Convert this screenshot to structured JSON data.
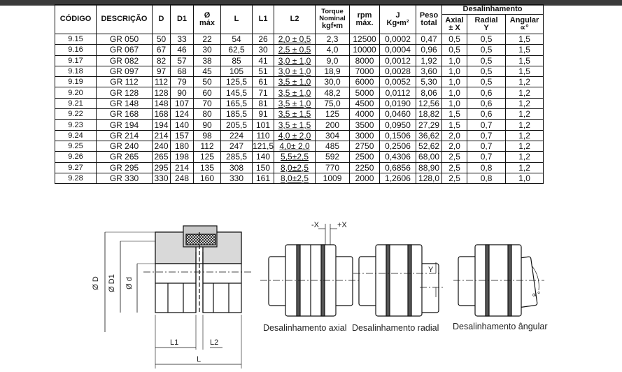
{
  "headers": {
    "code": "CÓDIGO",
    "desc": "DESCRIÇÃO",
    "d": "D",
    "d1": "D1",
    "dmax_1": "Ø",
    "dmax_2": "máx",
    "l": "L",
    "l1": "L1",
    "l2": "L2",
    "torque_1": "Torque",
    "torque_2": "Nominal",
    "torque_3": "kgf•m",
    "rpm_1": "rpm",
    "rpm_2": "máx.",
    "j_1": "J",
    "j_2": "Kg•m²",
    "peso_1": "Peso",
    "peso_2": "total",
    "desal": "Desalinhamento",
    "axial_1": "Axial",
    "axial_2": "± X",
    "radial_1": "Radial",
    "radial_2": "Y",
    "angular_1": "Angular",
    "angular_2": "∝°"
  },
  "rows": [
    [
      "9.15",
      "GR 050",
      "50",
      "33",
      "22",
      "54",
      "26",
      "2,0 ± 0,5",
      "2,3",
      "12500",
      "0,0002",
      "0,47",
      "0,5",
      "0,5",
      "1,5"
    ],
    [
      "9.16",
      "GR 067",
      "67",
      "46",
      "30",
      "62,5",
      "30",
      "2,5 ± 0,5",
      "4,0",
      "10000",
      "0,0004",
      "0,96",
      "0,5",
      "0,5",
      "1,5"
    ],
    [
      "9.17",
      "GR 082",
      "82",
      "57",
      "38",
      "85",
      "41",
      "3,0 ± 1,0",
      "9,0",
      "8000",
      "0,0012",
      "1,92",
      "1,0",
      "0,5",
      "1,5"
    ],
    [
      "9.18",
      "GR 097",
      "97",
      "68",
      "45",
      "105",
      "51",
      "3,0 ± 1,0",
      "18,9",
      "7000",
      "0,0028",
      "3,60",
      "1,0",
      "0,5",
      "1,5"
    ],
    [
      "9.19",
      "GR 112",
      "112",
      "79",
      "50",
      "125,5",
      "61",
      "3,5 ± 1,0",
      "30,0",
      "6000",
      "0,0052",
      "5,30",
      "1,0",
      "0,5",
      "1,2"
    ],
    [
      "9.20",
      "GR 128",
      "128",
      "90",
      "60",
      "145,5",
      "71",
      "3,5 ± 1,0",
      "48,2",
      "5000",
      "0,0112",
      "8,06",
      "1,0",
      "0,6",
      "1,2"
    ],
    [
      "9.21",
      "GR 148",
      "148",
      "107",
      "70",
      "165,5",
      "81",
      "3,5 ± 1,0",
      "75,0",
      "4500",
      "0,0190",
      "12,56",
      "1,0",
      "0,6",
      "1,2"
    ],
    [
      "9.22",
      "GR 168",
      "168",
      "124",
      "80",
      "185,5",
      "91",
      "3,5 ± 1,5",
      "125",
      "4000",
      "0,0460",
      "18,82",
      "1,5",
      "0,6",
      "1,2"
    ],
    [
      "9.23",
      "GR 194",
      "194",
      "140",
      "90",
      "205,5",
      "101",
      "3,5 ± 1,5",
      "200",
      "3500",
      "0,0950",
      "27,29",
      "1,5",
      "0,7",
      "1,2"
    ],
    [
      "9.24",
      "GR 214",
      "214",
      "157",
      "98",
      "224",
      "110",
      "4,0 ± 2,0",
      "304",
      "3000",
      "0,1506",
      "36,62",
      "2,0",
      "0,7",
      "1,2"
    ],
    [
      "9.25",
      "GR 240",
      "240",
      "180",
      "112",
      "247",
      "121,5",
      "4,0± 2,0",
      "485",
      "2750",
      "0,2506",
      "52,62",
      "2,0",
      "0,7",
      "1,2"
    ],
    [
      "9.26",
      "GR 265",
      "265",
      "198",
      "125",
      "285,5",
      "140",
      "5,5±2,5",
      "592",
      "2500",
      "0,4306",
      "68,00",
      "2,5",
      "0,7",
      "1,2"
    ],
    [
      "9.27",
      "GR 295",
      "295",
      "214",
      "135",
      "308",
      "150",
      "8,0±2,5",
      "770",
      "2250",
      "0,6856",
      "88,90",
      "2,5",
      "0,8",
      "1,2"
    ],
    [
      "9.28",
      "GR 330",
      "330",
      "248",
      "160",
      "330",
      "161",
      "8,0±2,5",
      "1009",
      "2000",
      "1,2606",
      "128,0",
      "2,5",
      "0,8",
      "1,0"
    ]
  ],
  "drawing": {
    "label_od": "Ø D",
    "label_od1": "Ø D1",
    "label_d": "Ø d",
    "label_l1": "L1",
    "label_l2": "L2",
    "label_l": "L",
    "label_minus_x": "-X",
    "label_plus_x": "+X",
    "label_y": "Y",
    "label_alpha": "∝°"
  },
  "captions": {
    "axial": "Desalinhamento axial",
    "radial": "Desalinhamento radial",
    "angular": "Desalinhamento ângular"
  }
}
